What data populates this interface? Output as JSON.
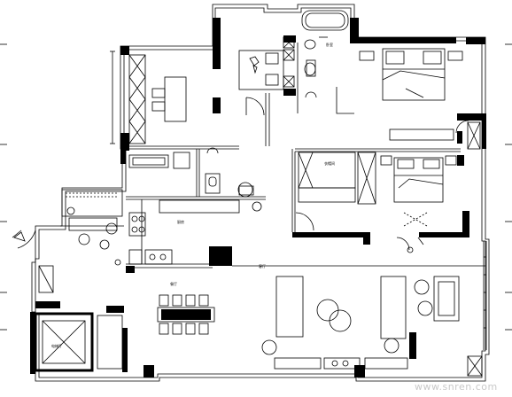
{
  "watermark": "www.snren.com",
  "labels": {
    "bedroom_text": "卧室",
    "dining_text": "餐厅",
    "kitchen_text": "厨房",
    "elevator_text": "电梯厅",
    "wardrobe_text": "衣帽间",
    "living_text": "客厅"
  },
  "colors": {
    "wall": "#000000",
    "line": "#000000",
    "background": "#ffffff",
    "watermark": "#c9c9c9"
  }
}
